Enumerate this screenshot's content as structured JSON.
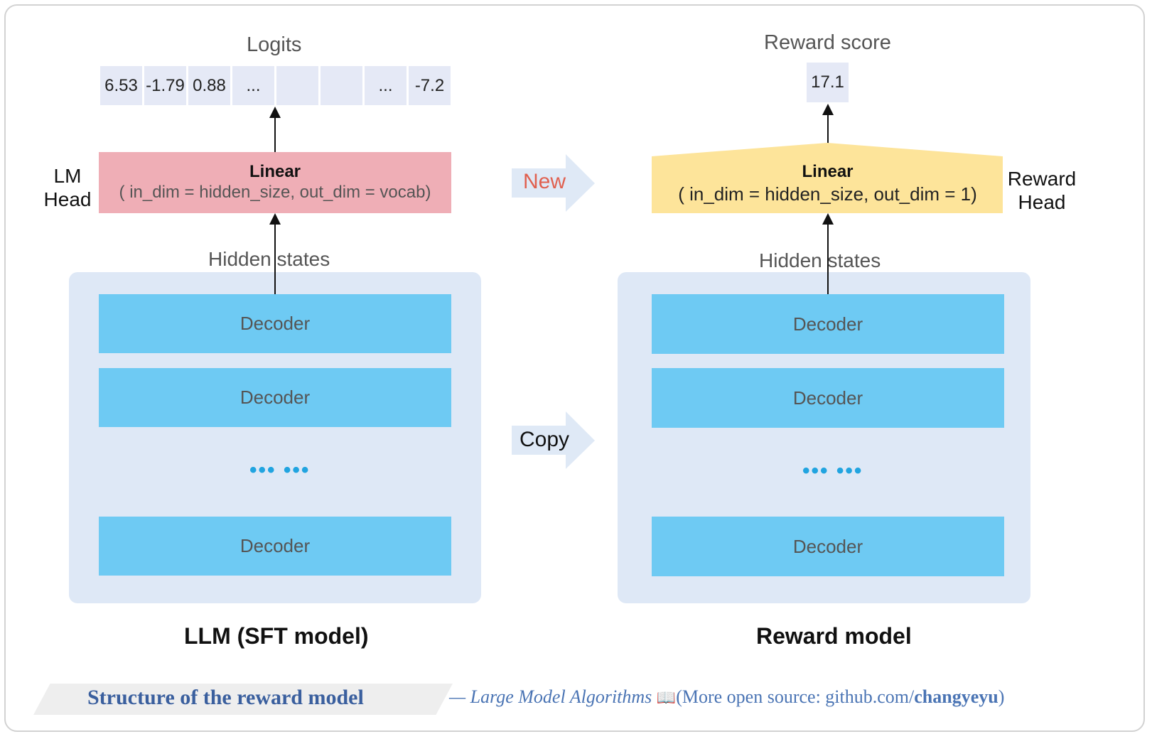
{
  "left": {
    "logits_label": "Logits",
    "logits_values": [
      "6.53",
      "-1.79",
      "0.88",
      "...",
      "",
      "",
      "...",
      "-7.2"
    ],
    "head_label_line1": "LM",
    "head_label_line2": "Head",
    "linear_title": "Linear",
    "linear_params": "( in_dim = hidden_size,  out_dim = vocab)",
    "hidden_states": "Hidden states",
    "decoders": [
      "Decoder",
      "Decoder",
      "Decoder"
    ],
    "ellipsis": "••• •••",
    "model_title": "LLM (SFT model)"
  },
  "arrows": {
    "new_label": "New",
    "copy_label": "Copy"
  },
  "right": {
    "score_label": "Reward score",
    "score_value": "17.1",
    "head_label_line1": "Reward",
    "head_label_line2": "Head",
    "linear_title": "Linear",
    "linear_params": "( in_dim = hidden_size,  out_dim = 1)",
    "hidden_states": "Hidden states",
    "decoders": [
      "Decoder",
      "Decoder",
      "Decoder"
    ],
    "ellipsis": "••• •••",
    "model_title": "Reward model"
  },
  "footer": {
    "caption": "Structure of  the reward model",
    "credit_prefix": "— Large Model Algorithms",
    "book_icon": "📖",
    "credit_middle": "(More open source:    github.com/",
    "credit_author": "changyeyu",
    "credit_suffix": ")"
  },
  "colors": {
    "panel": "#dee8f6",
    "decoder": "#6ecaf3",
    "lm_head": "#efaeb6",
    "reward_head": "#fde49a",
    "new_text": "#e0604f",
    "arrow_fill": "#dfe9f6",
    "caption": "#3a5f9e"
  }
}
